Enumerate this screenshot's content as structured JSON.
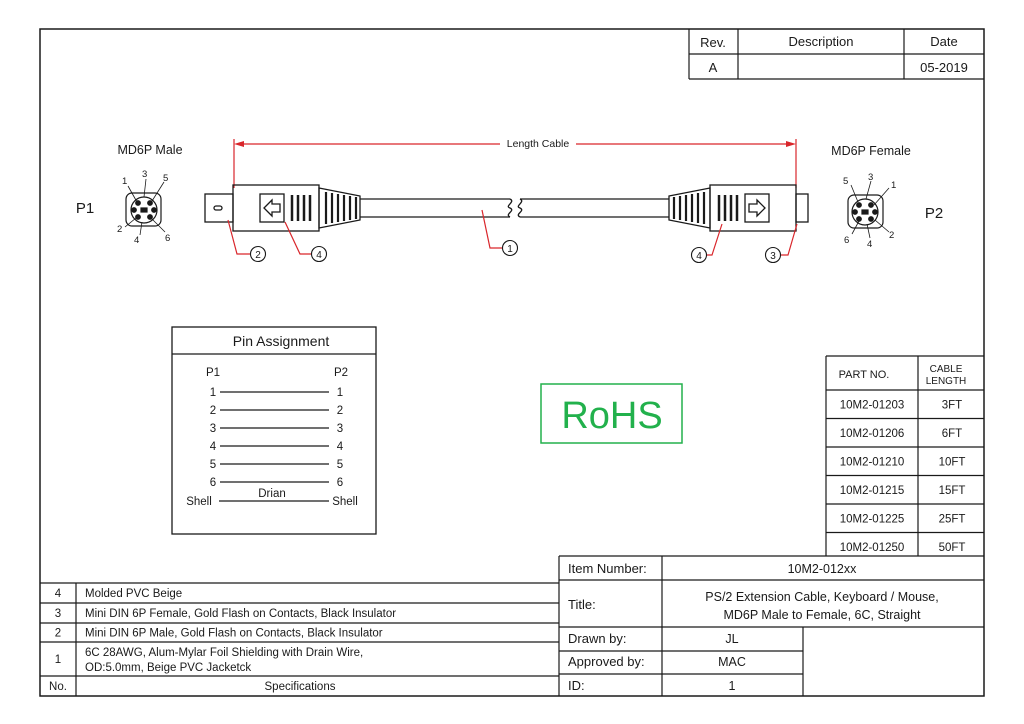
{
  "revision_table": {
    "rev_header": "Rev.",
    "description_header": "Description",
    "date_header": "Date",
    "rev": "A",
    "description": "",
    "date": "05-2019"
  },
  "drawing": {
    "length_label": "Length Cable",
    "p1_connector_label": "MD6P Male",
    "p2_connector_label": "MD6P Female",
    "p1": "P1",
    "p2": "P2",
    "callouts": [
      "1",
      "2",
      "3",
      "4"
    ],
    "p1_pins": [
      "1",
      "2",
      "3",
      "4",
      "5",
      "6"
    ],
    "p2_pins": [
      "1",
      "2",
      "3",
      "4",
      "5",
      "6"
    ]
  },
  "pin_assignment": {
    "title": "Pin Assignment",
    "col_left": "P1",
    "col_right": "P2",
    "rows": [
      {
        "left": "1",
        "right": "1",
        "label": ""
      },
      {
        "left": "2",
        "right": "2",
        "label": ""
      },
      {
        "left": "3",
        "right": "3",
        "label": ""
      },
      {
        "left": "4",
        "right": "4",
        "label": ""
      },
      {
        "left": "5",
        "right": "5",
        "label": ""
      },
      {
        "left": "6",
        "right": "6",
        "label": ""
      },
      {
        "left": "Shell",
        "right": "Shell",
        "label": "Drian"
      }
    ]
  },
  "rohs": {
    "label": "RoHS",
    "color": "#22b14c"
  },
  "part_table": {
    "header_part": "PART NO.",
    "header_length_1": "CABLE",
    "header_length_2": "LENGTH",
    "rows": [
      {
        "part": "10M2-01203",
        "length": "3FT"
      },
      {
        "part": "10M2-01206",
        "length": "6FT"
      },
      {
        "part": "10M2-01210",
        "length": "10FT"
      },
      {
        "part": "10M2-01215",
        "length": "15FT"
      },
      {
        "part": "10M2-01225",
        "length": "25FT"
      },
      {
        "part": "10M2-01250",
        "length": "50FT"
      }
    ]
  },
  "title_block": {
    "item_number_label": "Item Number:",
    "item_number": "10M2-012xx",
    "title_label": "Title:",
    "title_line1": "PS/2 Extension Cable, Keyboard / Mouse,",
    "title_line2": "MD6P Male to Female, 6C, Straight",
    "drawn_by_label": "Drawn by:",
    "drawn_by": "JL",
    "approved_by_label": "Approved by:",
    "approved_by": "MAC",
    "id_label": "ID:",
    "id": "1"
  },
  "specifications": {
    "no_header": "No.",
    "spec_header": "Specifications",
    "rows": [
      {
        "no": "4",
        "line1": "Molded PVC Beige",
        "line2": ""
      },
      {
        "no": "3",
        "line1": "Mini DIN 6P Female, Gold Flash on Contacts, Black Insulator",
        "line2": ""
      },
      {
        "no": "2",
        "line1": "Mini DIN 6P Male, Gold Flash on Contacts, Black Insulator",
        "line2": ""
      },
      {
        "no": "1",
        "line1": "6C 28AWG, Alum-Mylar Foil Shielding with Drain Wire,",
        "line2": "OD:5.0mm, Beige PVC Jacketck"
      }
    ]
  },
  "colors": {
    "dimension_red": "#d9262b",
    "line": "#1a1a1a"
  }
}
